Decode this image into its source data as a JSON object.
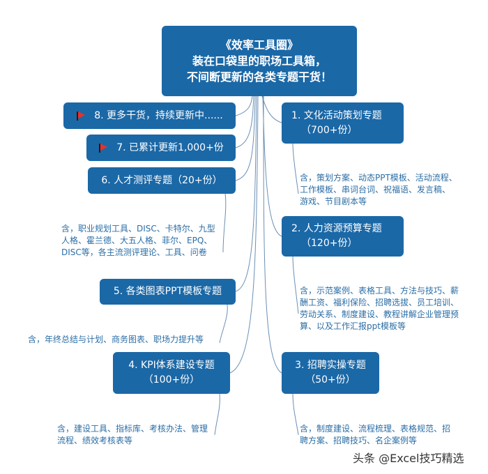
{
  "root": {
    "lines": [
      "《效率工具圈》",
      "装在口袋里的职场工具箱，",
      "不间断更新的各类专题干货！"
    ]
  },
  "nodes": {
    "n1": {
      "line1": "1. 文化活动策划专题",
      "line2": "（700+份）",
      "detail": "含，策划方案、动态PPT模板、活动流程、工作模板、串词台词、祝福语、发言稿、游戏、节目剧本等"
    },
    "n2": {
      "line1": "2. 人力资源预算专题",
      "line2": "（120+份）",
      "detail": "含，示范案例、表格工具、方法与技巧、薪酬工资、福利保险、招聘选拔、员工培训、劳动关系、制度建设、教程讲解企业管理预算、以及工作汇报ppt模板等"
    },
    "n3": {
      "line1": "3. 招聘实操专题",
      "line2": "（50+份）",
      "detail": "含，制度建设、流程梳理、表格规范、招聘方案、招聘技巧、名企案例等"
    },
    "n4": {
      "line1": "4. KPI体系建设专题",
      "line2": "（100+份）",
      "detail": "含，建设工具、指标库、考核办法、管理流程、绩效考核表等"
    },
    "n5": {
      "line1": "5. 各类图表PPT模板专题",
      "detail": "含，年终总结与计划、商务图表、职场力提升等"
    },
    "n6": {
      "line1": "6. 人才测评专题（20+份）",
      "detail": "含，职业规划工具、DISC、卡特尔、九型人格、霍兰德、大五人格、菲尔、EPQ、DISC等，各主流测评理论、工具、问卷"
    },
    "n7": {
      "line1": "7. 已累计更新1,000+份",
      "icon": "red-flag"
    },
    "n8": {
      "line1": "8. 更多干货，持续更新中......",
      "icon": "red-flag"
    }
  },
  "watermark": "头条 @Excel技巧精选",
  "colors": {
    "node": "#1b68a7",
    "detail_text": "#2b6ea5",
    "line": "#6a8fb5"
  }
}
